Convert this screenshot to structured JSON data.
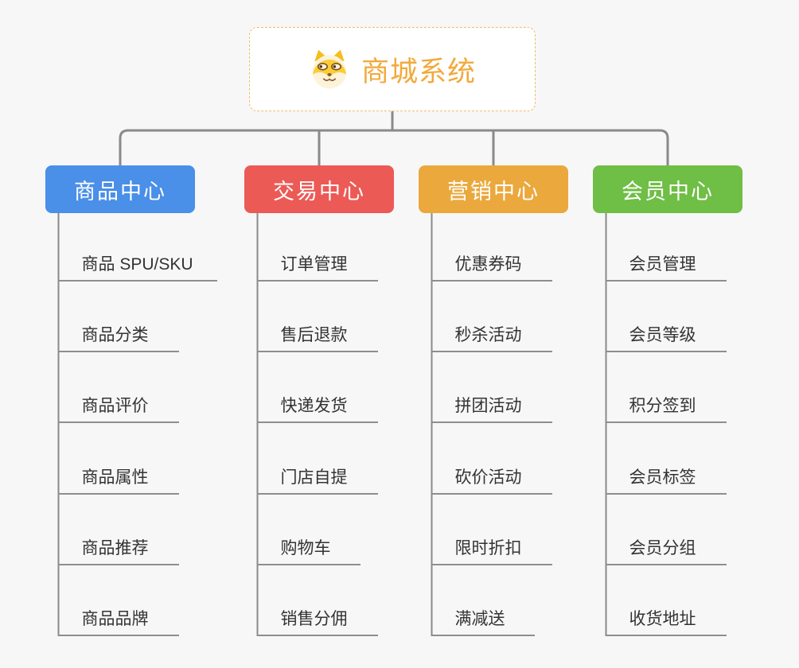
{
  "root": {
    "label": "商城系统",
    "icon": "doge-icon"
  },
  "branches": [
    {
      "label": "商品中心",
      "color": "#4a8fe8",
      "children": [
        "商品 SPU/SKU",
        "商品分类",
        "商品评价",
        "商品属性",
        "商品推荐",
        "商品品牌"
      ]
    },
    {
      "label": "交易中心",
      "color": "#ec5a56",
      "children": [
        "订单管理",
        "售后退款",
        "快递发货",
        "门店自提",
        "购物车",
        "销售分佣"
      ]
    },
    {
      "label": "营销中心",
      "color": "#eba83c",
      "children": [
        "优惠券码",
        "秒杀活动",
        "拼团活动",
        "砍价活动",
        "限时折扣",
        "满减送"
      ]
    },
    {
      "label": "会员中心",
      "color": "#6fbe45",
      "children": [
        "会员管理",
        "会员等级",
        "积分签到",
        "会员标签",
        "会员分组",
        "收货地址"
      ]
    }
  ],
  "colors": {
    "background": "#f7f7f7",
    "connector": "#8a8a8a",
    "underline": "#8e8e8e",
    "item_text": "#333333",
    "root_text": "#f2a93b",
    "root_border": "#f2bc6b"
  }
}
